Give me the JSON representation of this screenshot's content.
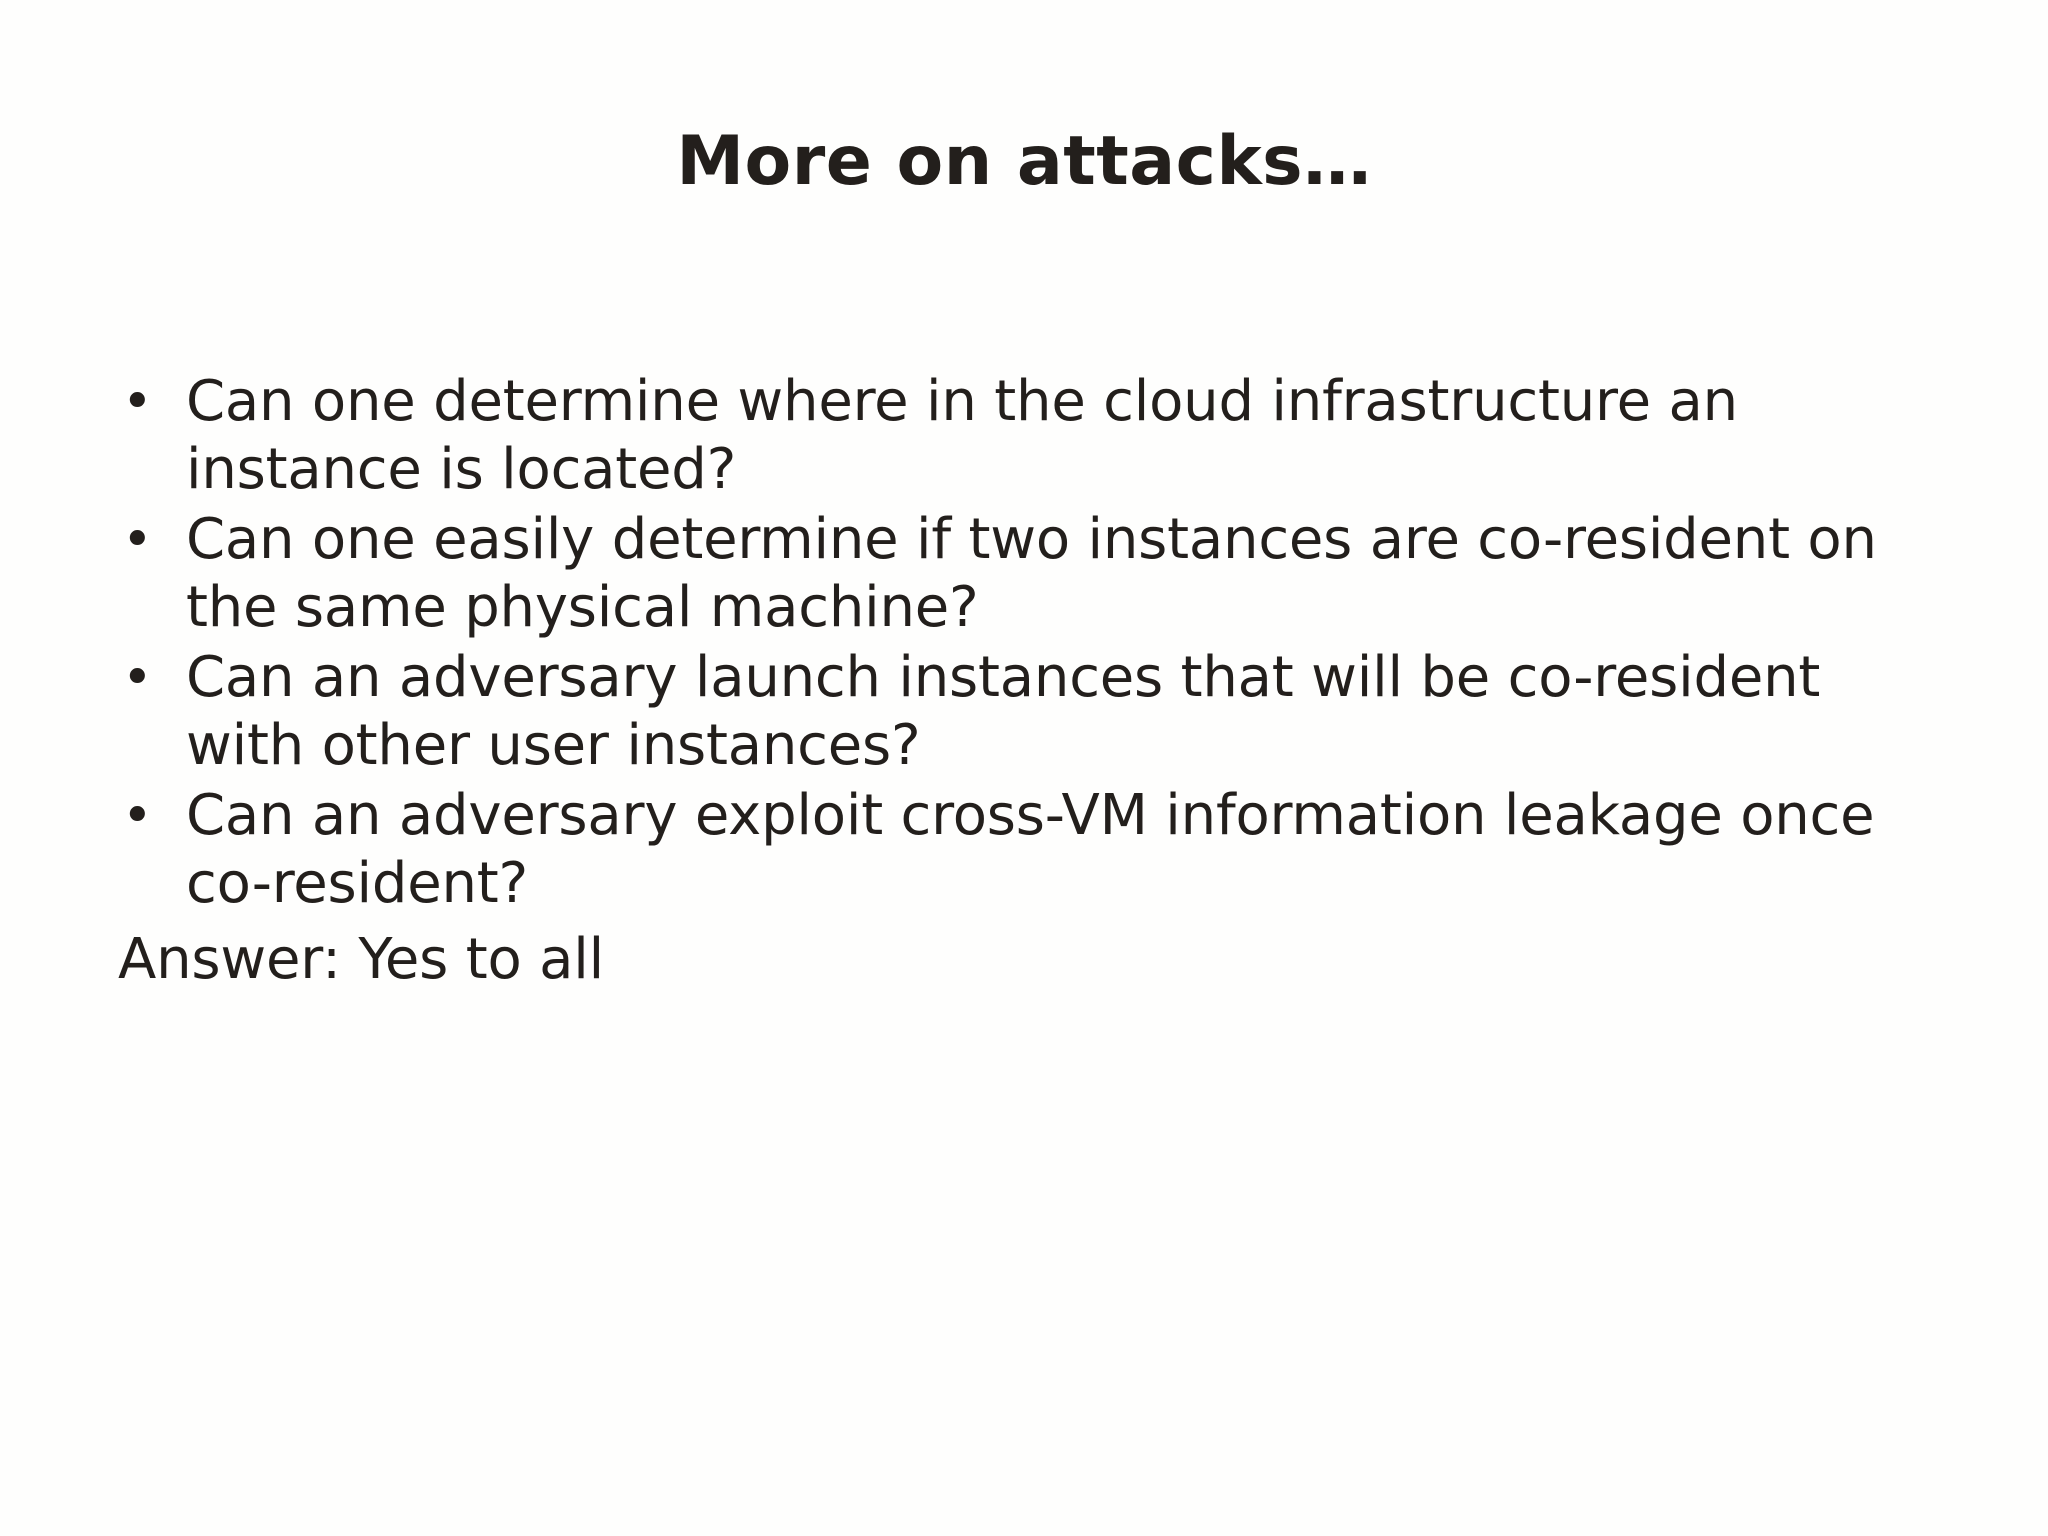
{
  "slide": {
    "title": "More on attacks…",
    "background_color": "#fefefd",
    "text_color": "#231f1c",
    "bullet_glyph": "•",
    "bullets": [
      {
        "text": "Can one determine where in the cloud infrastructure an instance is located?"
      },
      {
        "text": "Can one easily determine if two instances are co-resident on the same physical machine?"
      },
      {
        "text": "Can an adversary launch instances that will be co-resident with other user instances?"
      },
      {
        "text": "Can an adversary exploit cross-VM information leakage once co-resident?"
      }
    ],
    "answer": "Answer: Yes to all"
  }
}
